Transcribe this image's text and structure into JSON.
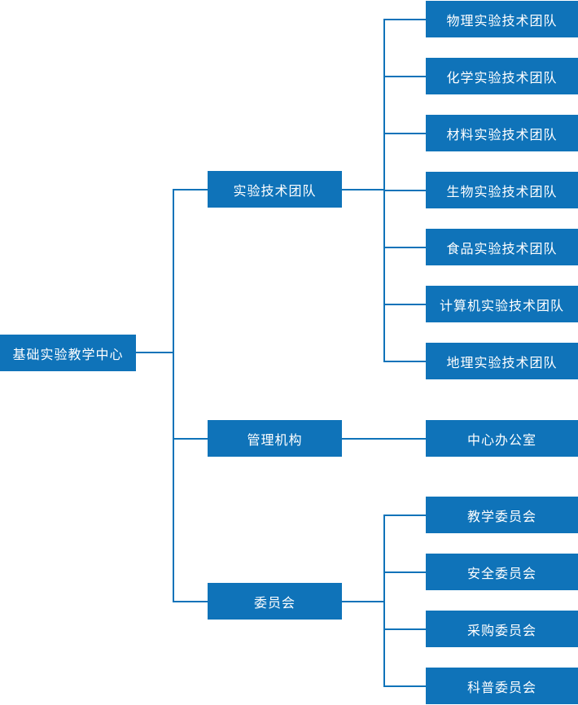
{
  "colors": {
    "accent": "#0f73b9",
    "node_text": "#ffffff",
    "background": "#ffffff"
  },
  "org": {
    "root": {
      "label": "基础实验教学中心"
    },
    "branches": [
      {
        "label": "实验技术团队",
        "children": [
          {
            "label": "物理实验技术团队"
          },
          {
            "label": "化学实验技术团队"
          },
          {
            "label": "材料实验技术团队"
          },
          {
            "label": "生物实验技术团队"
          },
          {
            "label": "食品实验技术团队"
          },
          {
            "label": "计算机实验技术团队"
          },
          {
            "label": "地理实验技术团队"
          }
        ]
      },
      {
        "label": "管理机构",
        "children": [
          {
            "label": "中心办公室"
          }
        ]
      },
      {
        "label": "委员会",
        "children": [
          {
            "label": "教学委员会"
          },
          {
            "label": "安全委员会"
          },
          {
            "label": "采购委员会"
          },
          {
            "label": "科普委员会"
          }
        ]
      }
    ]
  }
}
